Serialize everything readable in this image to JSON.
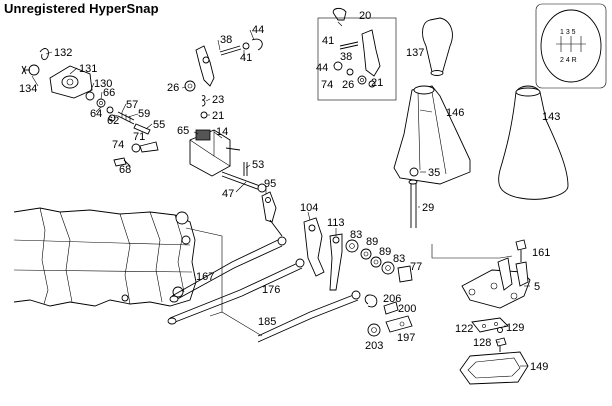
{
  "watermark": "Unregistered HyperSnap",
  "shift_pattern": {
    "top": "1 3 5",
    "bottom": "2 4 R"
  },
  "callouts": [
    "132",
    "131",
    "134",
    "130",
    "66",
    "64",
    "57",
    "62",
    "59",
    "55",
    "74",
    "71",
    "68",
    "38",
    "44",
    "41",
    "26",
    "23",
    "21",
    "65",
    "14",
    "53",
    "47",
    "95",
    "20",
    "41",
    "44",
    "38",
    "74",
    "26",
    "21",
    "137",
    "146",
    "143",
    "35",
    "29",
    "104",
    "113",
    "83",
    "89",
    "89",
    "83",
    "77",
    "161",
    "167",
    "176",
    "185",
    "206",
    "200",
    "197",
    "203",
    "5",
    "122",
    "129",
    "128",
    "149"
  ]
}
